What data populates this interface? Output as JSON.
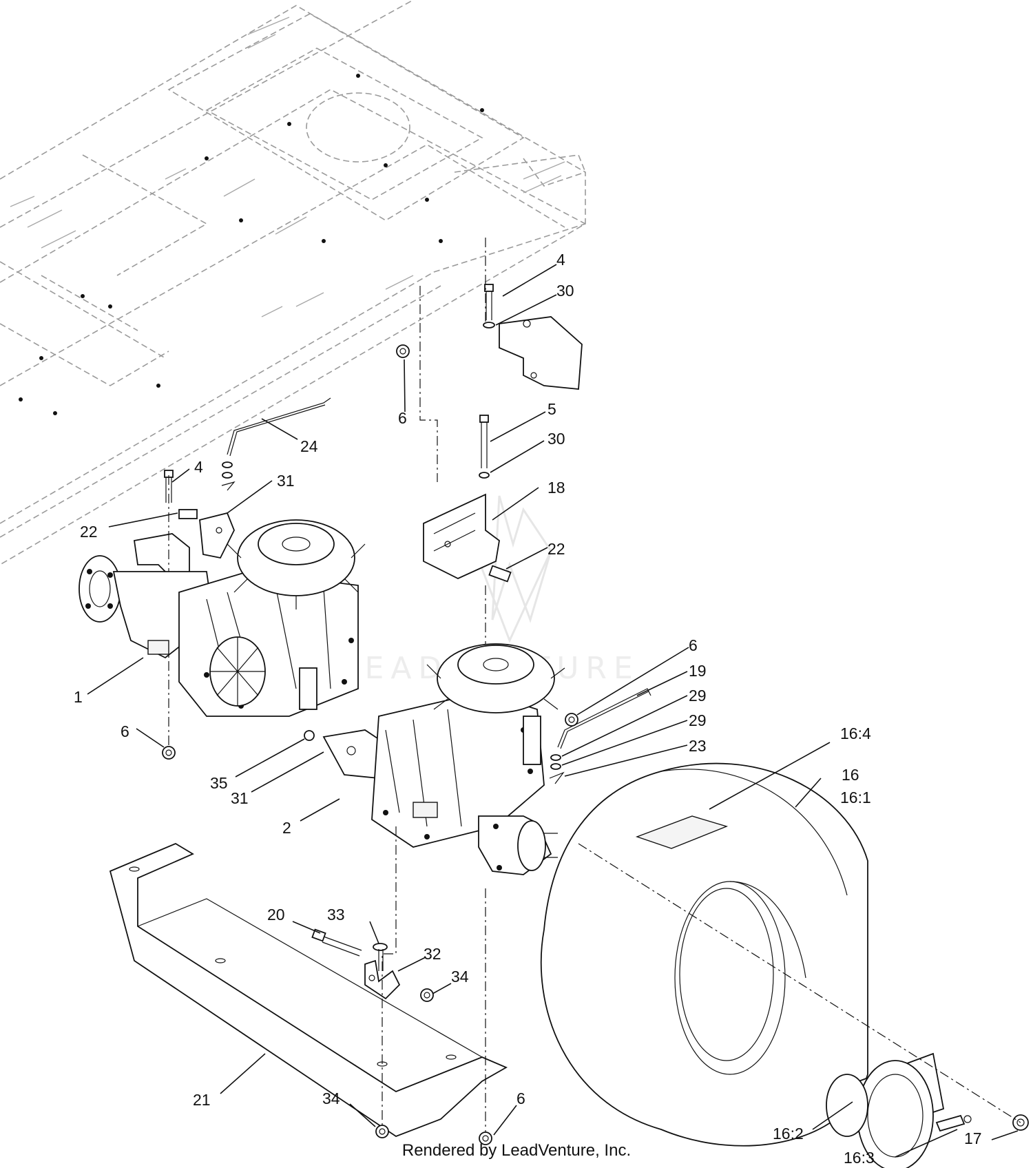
{
  "watermark": "LEADVENTURE",
  "footer": "Rendered by LeadVenture, Inc.",
  "callouts": {
    "c4_top": "4",
    "c30_top": "30",
    "c6_upper": "6",
    "c5": "5",
    "c30_mid": "30",
    "c18": "18",
    "c22_right": "22",
    "c24": "24",
    "c4_left": "4",
    "c31_upper": "31",
    "c22_left": "22",
    "c1": "1",
    "c6_left": "6",
    "c6_right": "6",
    "c19": "19",
    "c29_a": "29",
    "c29_b": "29",
    "c23": "23",
    "c16_4": "16:4",
    "c16": "16",
    "c16_1": "16:1",
    "c35": "35",
    "c31_lower": "31",
    "c2": "2",
    "c20": "20",
    "c33": "33",
    "c32": "32",
    "c34_mid": "34",
    "c21": "21",
    "c6_bottom": "6",
    "c34_bottom": "34",
    "c16_2": "16:2",
    "c17": "17",
    "c16_3": "16:3"
  }
}
